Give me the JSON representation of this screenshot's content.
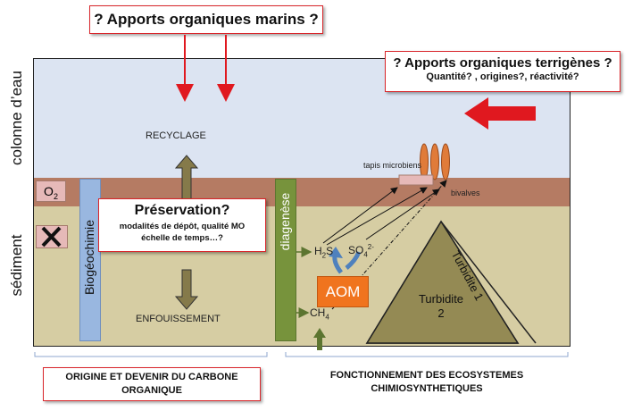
{
  "title_marine": "? Apports organiques marins ?",
  "title_terrigenous": "? Apports organiques terrigènes ?",
  "terrigenous_sub": "Quantité? , origines?, réactivité?",
  "side_water": "colonne d’eau",
  "side_sediment": "sédiment",
  "o2_label": "O",
  "o2_sub": "2",
  "recyclage": "RECYCLAGE",
  "enfouissement": "ENFOUISSEMENT",
  "biogeochimie": "Biogéochimie",
  "diagenese": "diagenèse",
  "preservation_title": "Préservation?",
  "preservation_line1": "modalités de dépôt, qualité MO",
  "preservation_line2": "échelle de temps…?",
  "tapis": "tapis microbiens",
  "bivalves": "bivalves",
  "h2s": "H",
  "h2s_sub": "2",
  "h2s_end": "S",
  "so4": "SO",
  "so4_sub": "4",
  "so4_sup": "2-",
  "ch4": "CH",
  "ch4_sub": "4",
  "aom": "AOM",
  "turbidite2_a": "Turbidite",
  "turbidite2_b": "2",
  "turbidite1": "Turbidite 1",
  "bottom_left": "ORIGINE ET DEVENIR DU CARBONE ORGANIQUE",
  "bottom_right_1": "FONCTIONNEMENT DES ECOSYSTEMES",
  "bottom_right_2": "CHIMIOSYNTHETIQUES",
  "colors": {
    "water": "#dce4f2",
    "oxic": "#b57b63",
    "sediment": "#d6cda3",
    "biogeo_bar": "#99b7e0",
    "diag_bar": "#77933c",
    "aom": "#f0741e",
    "turbidite": "#948a54",
    "red": "#e0181f",
    "olive_arrow": "#857a4a",
    "tapis": "#e6b9b8",
    "bivalve": "#e07b39"
  }
}
